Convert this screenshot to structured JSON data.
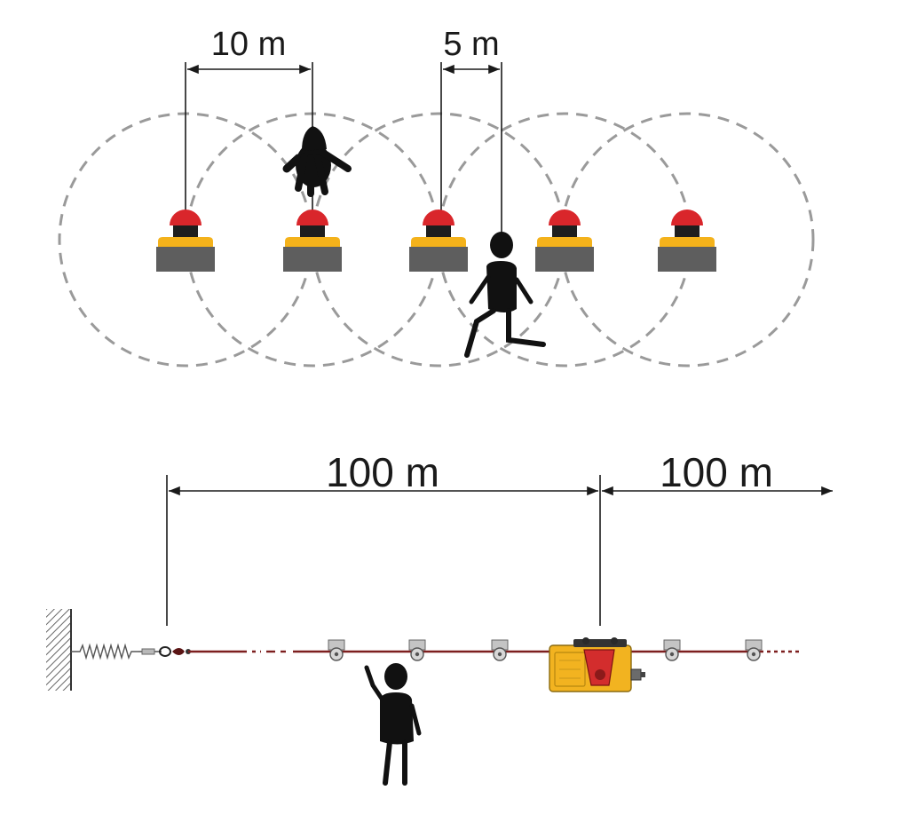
{
  "top_section": {
    "spacing_label": "10 m",
    "reach_label": "5 m",
    "stop_button_count": 5
  },
  "bottom_section": {
    "span_label_1": "100 m",
    "span_label_2": "100 m"
  },
  "colors": {
    "button_red": "#d9262b",
    "button_yellow": "#f4b21b",
    "button_base": "#5e5e5e",
    "range_circle": "#9a9a9a",
    "cable": "#7d1f1f",
    "pull_switch_yellow": "#f2b320",
    "figure": "#111111"
  }
}
